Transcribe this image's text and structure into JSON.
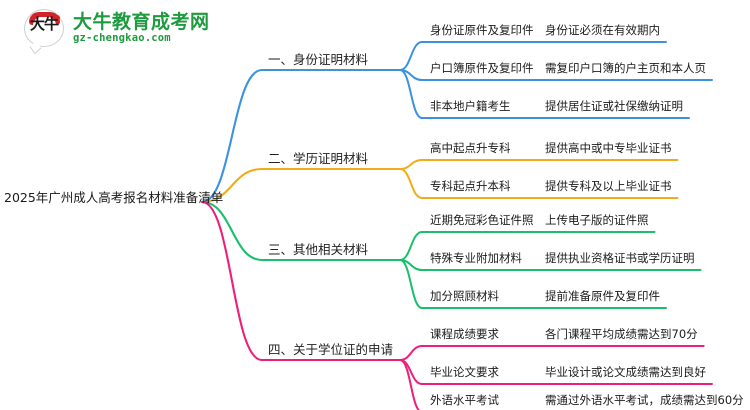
{
  "logo": {
    "mark_text": "大牛",
    "title": "大牛教育成考网",
    "subtitle": "gz-chengkao.com",
    "brand_green": "#1f9b3f",
    "brand_red": "#d2232a"
  },
  "mindmap": {
    "root": "2025年广州成人高考报名材料准备清单",
    "branches": [
      {
        "label": "一、身份证明材料",
        "color": "#3b92e0",
        "color_class": "c-blue",
        "items": [
          {
            "topic": "身份证原件及复印件",
            "detail": "身份证必须在有效期内"
          },
          {
            "topic": "户口簿原件及复印件",
            "detail": "需复印户口簿的户主页和本人页"
          },
          {
            "topic": "非本地户籍考生",
            "detail": "提供居住证或社保缴纳证明"
          }
        ]
      },
      {
        "label": "二、学历证明材料",
        "color": "#f0ac1a",
        "color_class": "c-orange",
        "items": [
          {
            "topic": "高中起点升专科",
            "detail": "提供高中或中专毕业证书"
          },
          {
            "topic": "专科起点升本科",
            "detail": "提供专科及以上毕业证书"
          }
        ]
      },
      {
        "label": "三、其他相关材料",
        "color": "#19bf6b",
        "color_class": "c-green",
        "items": [
          {
            "topic": "近期免冠彩色证件照",
            "detail": "上传电子版的证件照"
          },
          {
            "topic": "特殊专业附加材料",
            "detail": "提供执业资格证书或学历证明"
          },
          {
            "topic": "加分照顾材料",
            "detail": "提前准备原件及复印件"
          }
        ]
      },
      {
        "label": "四、关于学位证的申请",
        "color": "#ee1f7a",
        "color_class": "c-pink",
        "items": [
          {
            "topic": "课程成绩要求",
            "detail": "各门课程平均成绩需达到70分"
          },
          {
            "topic": "毕业论文要求",
            "detail": "毕业设计或论文成绩需达到良好"
          },
          {
            "topic": "外语水平考试",
            "detail": "需通过外语水平考试，成绩需达到60分"
          }
        ]
      }
    ]
  }
}
